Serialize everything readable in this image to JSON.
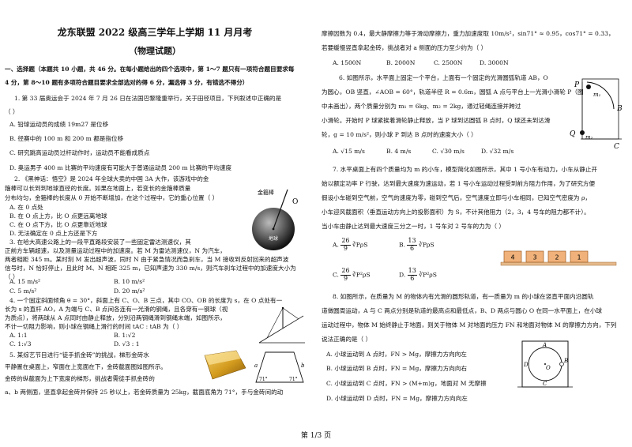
{
  "header": {
    "title": "龙东联盟 2022 级高三学年上学期 11 月月考",
    "subtitle": "（物理试题）"
  },
  "section1": {
    "heading": "一、选择题（本题共 10 小题，共 46 分。在每小题给出的四个选项中，第 1～7 题只有一项符合题目要求每",
    "heading2": "4 分，第 8～10 题有多项符合题目要求全部选对的得 6 分，漏选得 3 分，有错选不得分）"
  },
  "q1": {
    "stem": "1. 第 33 届奥运会于 2024 年 7 月 26 日在法国巴黎隆重举行，关于田径项目，下列叙述中正确的是",
    "paren": "（    ）",
    "a": "A. 铅球运动员的成绩 19m27 是位移",
    "b": "B. 径赛中的 100 m 和 200 m 都是指位移",
    "c": "C. 研究跳高运动员过杆动作时，运动员不能看成质点",
    "d": "D. 奥运男子 400 m 比赛的平均速度有可能大于普通运动员 200 m 比赛的平均速度"
  },
  "q2": {
    "l1": "2. 《黑神话：悟空》是 2024 年全球大卖的中国 3A 大作，该游戏中的金",
    "l2": "箍棒可以长到到地球直径的长度。如果在地面上，若变长的金箍棒质量",
    "l3": "分布均匀，金箍棒的长度从 0 开始不断增加，在这个过程中，它的重心位置（    ）",
    "a": "A. 在 0 点处",
    "b": "B. 在 O 点上方，比 O 点更远离地球",
    "c": "C. 在 O 点下方，比 O 点更靠近地球",
    "d": "D. 无法确定在 0 点上方还是下方",
    "fig_label": "金箍棒",
    "fig_o": "O",
    "fig_earth": "地球"
  },
  "q3": {
    "l1": "3. 在哈大高速公路上的一段平直路段安装了一些固定雷达测速仪，其",
    "l2": "正前方车辆超速，以及测量运动过程中的加速度。若 M 为雷达测速仪，N 为汽车，",
    "l3": "两者相距 345 m。某时刻 M 发出超声波，同时 N 由于紧急情况而急刹车，当 M 接收到反射回来的超声波",
    "l4": "信号时，N 恰好停止，且此时 M、N 相距 325 m，已知声速为 330 m/s，则汽车刹车过程中的加速度大小为",
    "l5": "（    ）",
    "a": "A. 15 m/s²",
    "b": "B. 10 m/s²",
    "c": "C. 5 m/s²",
    "d": "D. 20 m/s²"
  },
  "q4": {
    "l1": "4. 一个固定斜面倾角 θ = 30°，斜面上有 C、O、B 三点，其中 CO、OB 的长度为 s，在 O 点处有一",
    "l2": "长为 s 的直杆 AO，A 为端与 C、B 点间各连有一光滑的钢绳，且各穿有一钢球（视",
    "l3": "为质点），将两球从 A 点同时由静止释放，分别沿两钢绳滑到钢绳末端，如图所示，",
    "l4": "不计一切阻力影响，则小球在钢绳上滑行的时间 tAC : tAB 为（    ）",
    "a": "A. 1:1",
    "b": "B. 1:√2",
    "c": "C. 1:√3",
    "d": "D. √3 : 1"
  },
  "q5": {
    "l1": "5. 某综艺节目进行“徒手抓金砖”的挑战，梯形金砖水",
    "l2": "平静置在桌面上，窄面在上宽面在下，金砖截面图如图所示。",
    "l3": "金砖的纵截面为上下宽度的梯形，挑战者需徒手抓金砖的",
    "l4": "a、b 两侧面，竖直拿起金砖并保持 25 秒以上，若金砖质量为 25kg，截面底角为 71°，手与金砖间的动",
    "fig_a": "a",
    "fig_b": "b",
    "fig_angle": "71°"
  },
  "q5c": {
    "l1": "摩擦因数为 0.4，最大静摩擦力等于滑动摩擦力，重力加速度取 10m/s²，sin71° ≈ 0.95，cos71° = 0.33，",
    "l2": "若要缓慢竖直拿起金砖，挑战者对 a 侧面的压力至少约为（    ）",
    "a": "A. 1500N",
    "b": "B. 2000N",
    "c": "C. 2500N",
    "d": "D. 3000N"
  },
  "q6": {
    "l1": "6. 如图所示，水平面上固定一个平台，上面有一个固定的光滑圆弧轨道 AB，O",
    "l2": "为圆心，OB 竖直，∠AOB = 60°，轨道半径 R = 0.6m，圆弧 A 点与平台上一光滑小滑轮 P（图",
    "l3": "中未画出），两个质量分别为 m₁ = 6kg、m₂ = 2kg，通过轻绳连接并跨过",
    "l4": "小滑轮。开始时 P 球紧挨着滑轮静止释放，当 P 球到达圆弧 B 点时，Q 球还未到达滑",
    "l5": "轮，g = 10 m/s²，则小球 P 到达 B 点时的速度大小（    ）",
    "a": "A. √15 m/s",
    "b": "B. 4 m/s",
    "c": "C. √30 m/s",
    "d": "D. √32 m/s",
    "fig_P": "P",
    "fig_m1": "m₁",
    "fig_B": "B",
    "fig_Q": "Q",
    "fig_m2": "m₂",
    "fig_C": "C"
  },
  "q7": {
    "l1": "7. 水平桌面上有四个质量均为 m 的小车，模型简化如图所示，其中 1 号小车有动力，小车从静止开",
    "l2": "始以额定功率 P 行驶，达到最大速度为速运动，若 1 号小车运动过程受到前方阻力作用，为了研究方便",
    "l3": "假设小车碰到空气前，空气的速度为零，碰到空气后，空气速度立即与小车相同，已知空气密度为 ρ，",
    "l4": "小车迎风截面积（垂直运动方向上的投影面积）为 S，不计其他阻力（2，3，4 号车的阻力都不计）。",
    "l5": "当小车由静止达到最大速度三分之一时，1 号车对 2 号车的力为（    ）",
    "a_num": "26",
    "a_den": "9",
    "b_num": "13",
    "b_den": "6",
    "c_num": "26",
    "c_den": "9",
    "d_num": "13",
    "d_den": "6",
    "a_label": "A.",
    "b_label": "B.",
    "c_label": "C.",
    "d_label": "D.",
    "rad_1": "∛P²ρS",
    "rad_2": "∛P²ρS",
    "rad_ab": "∛PρS",
    "rad_ab2": "∛PρS",
    "cars": [
      "4",
      "3",
      "2",
      "1"
    ]
  },
  "q8": {
    "l1": "8. 如图所示，在质量为 M 的物体内有光滑的圆形轨道，有一质量为 m 的小球在竖直平面内沿圆轨",
    "l2": "道做圆周运动，A 与 C 两点分别是轨道的最高点和最低点，B、D 两点与圆心 O 在同一水平面上，在小球",
    "l3": "运动过程中，物体 M 始终静止于地面，则关于物体 M 对地面的压力 FN 和地面对物体 M 的摩擦力方向，下列",
    "l4": "说法正确的是（    ）",
    "a": "A. 小球运动到 A 点时，FN > Mg，摩擦力方向向左",
    "b": "B. 小球运动到 B 点时，FN = Mg，摩擦力方向向右",
    "c": "C. 小球运动到 C 点时，FN > (M+m)g，地面对 M 无摩擦",
    "d": "D. 小球运动到 D 点时，FN = Mg，摩擦力方向向左",
    "fig_A": "A",
    "fig_B": "B",
    "fig_C": "C",
    "fig_D": "D",
    "fig_O": "O"
  },
  "footer": {
    "page": "第 1/3 页"
  }
}
